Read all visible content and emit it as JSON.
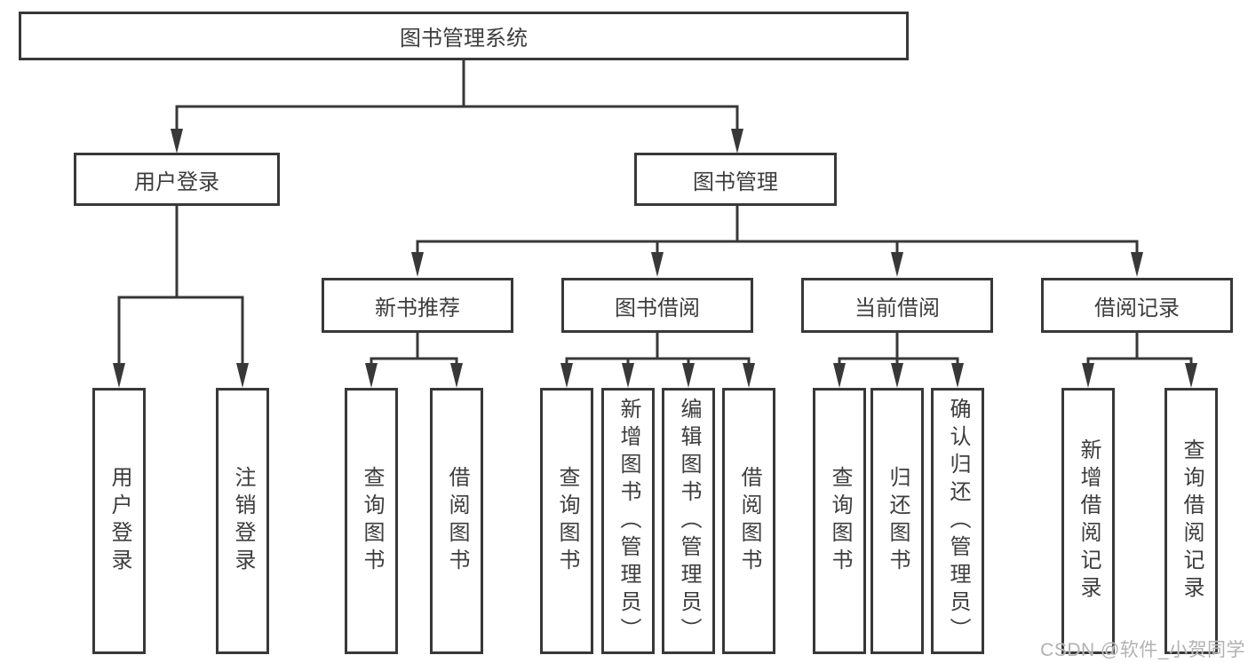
{
  "diagram_title": "图书管理系统",
  "watermark": "CSDN @软件_小贺同学",
  "colors": {
    "line": "#383838",
    "text": "#3d3d3d",
    "watermark": "#b2b2b2",
    "background": "#ffffff"
  },
  "nodes": {
    "root": {
      "label": "图书管理系统"
    },
    "user_login": {
      "label": "用户登录"
    },
    "book_mgmt": {
      "label": "图书管理"
    },
    "new_book": {
      "label": "新书推荐"
    },
    "book_borrow": {
      "label": "图书借阅"
    },
    "current_borrow": {
      "label": "当前借阅"
    },
    "borrow_record": {
      "label": "借阅记录"
    },
    "ul_login": {
      "label": "用户登录"
    },
    "ul_logout": {
      "label": "注销登录"
    },
    "nb_query": {
      "label": "查询图书"
    },
    "nb_borrow": {
      "label": "借阅图书"
    },
    "bb_query": {
      "label": "查询图书"
    },
    "bb_add": {
      "label": "新增图书（管理员）"
    },
    "bb_edit": {
      "label": "编辑图书（管理员）"
    },
    "bb_borrow": {
      "label": "借阅图书"
    },
    "cb_query": {
      "label": "查询图书"
    },
    "cb_return": {
      "label": "归还图书"
    },
    "cb_confirm": {
      "label": "确认归还（管理员）"
    },
    "br_add": {
      "label": "新增借阅记录"
    },
    "br_query": {
      "label": "查询借阅记录"
    }
  }
}
